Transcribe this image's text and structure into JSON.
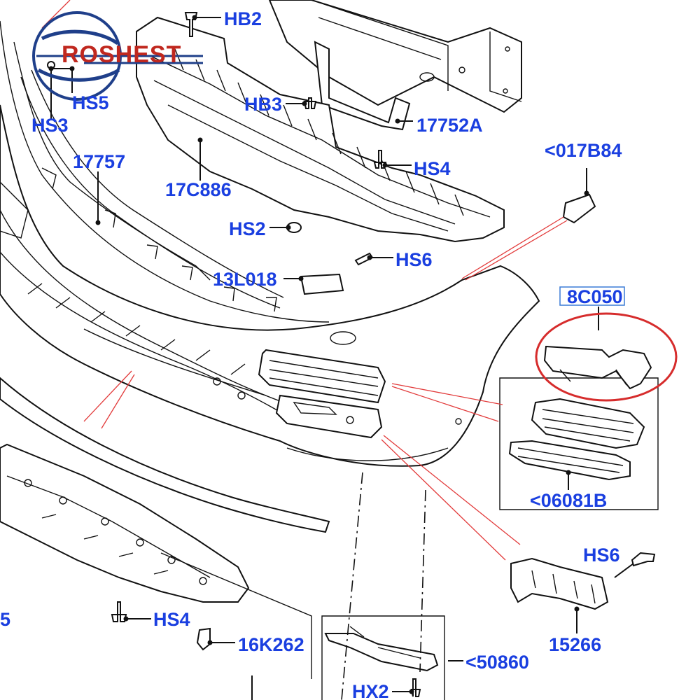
{
  "watermark": {
    "text": "ROSHEST"
  },
  "colors": {
    "label": "#1a3fe0",
    "highlight": "#d62c2c",
    "callout_line": "#e23b3b"
  },
  "labels": {
    "hb2": "HB2",
    "hs5": "HS5",
    "hs3": "HS3",
    "hb3": "HB3",
    "p17752a": "17752A",
    "p017b84": "<017B84",
    "hs4_top": "HS4",
    "p17757": "17757",
    "p17c886": "17C886",
    "hs2": "HS2",
    "hs6_mid": "HS6",
    "p13l018": "13L018",
    "p8c050": "8C050",
    "p06081b": "<06081B",
    "hs6_right": "HS6",
    "p15266": "15266",
    "hs4_bottom": "HS4",
    "p16k262": "16K262",
    "p50860": "<50860",
    "hx2": "HX2",
    "edge_5": "5"
  }
}
